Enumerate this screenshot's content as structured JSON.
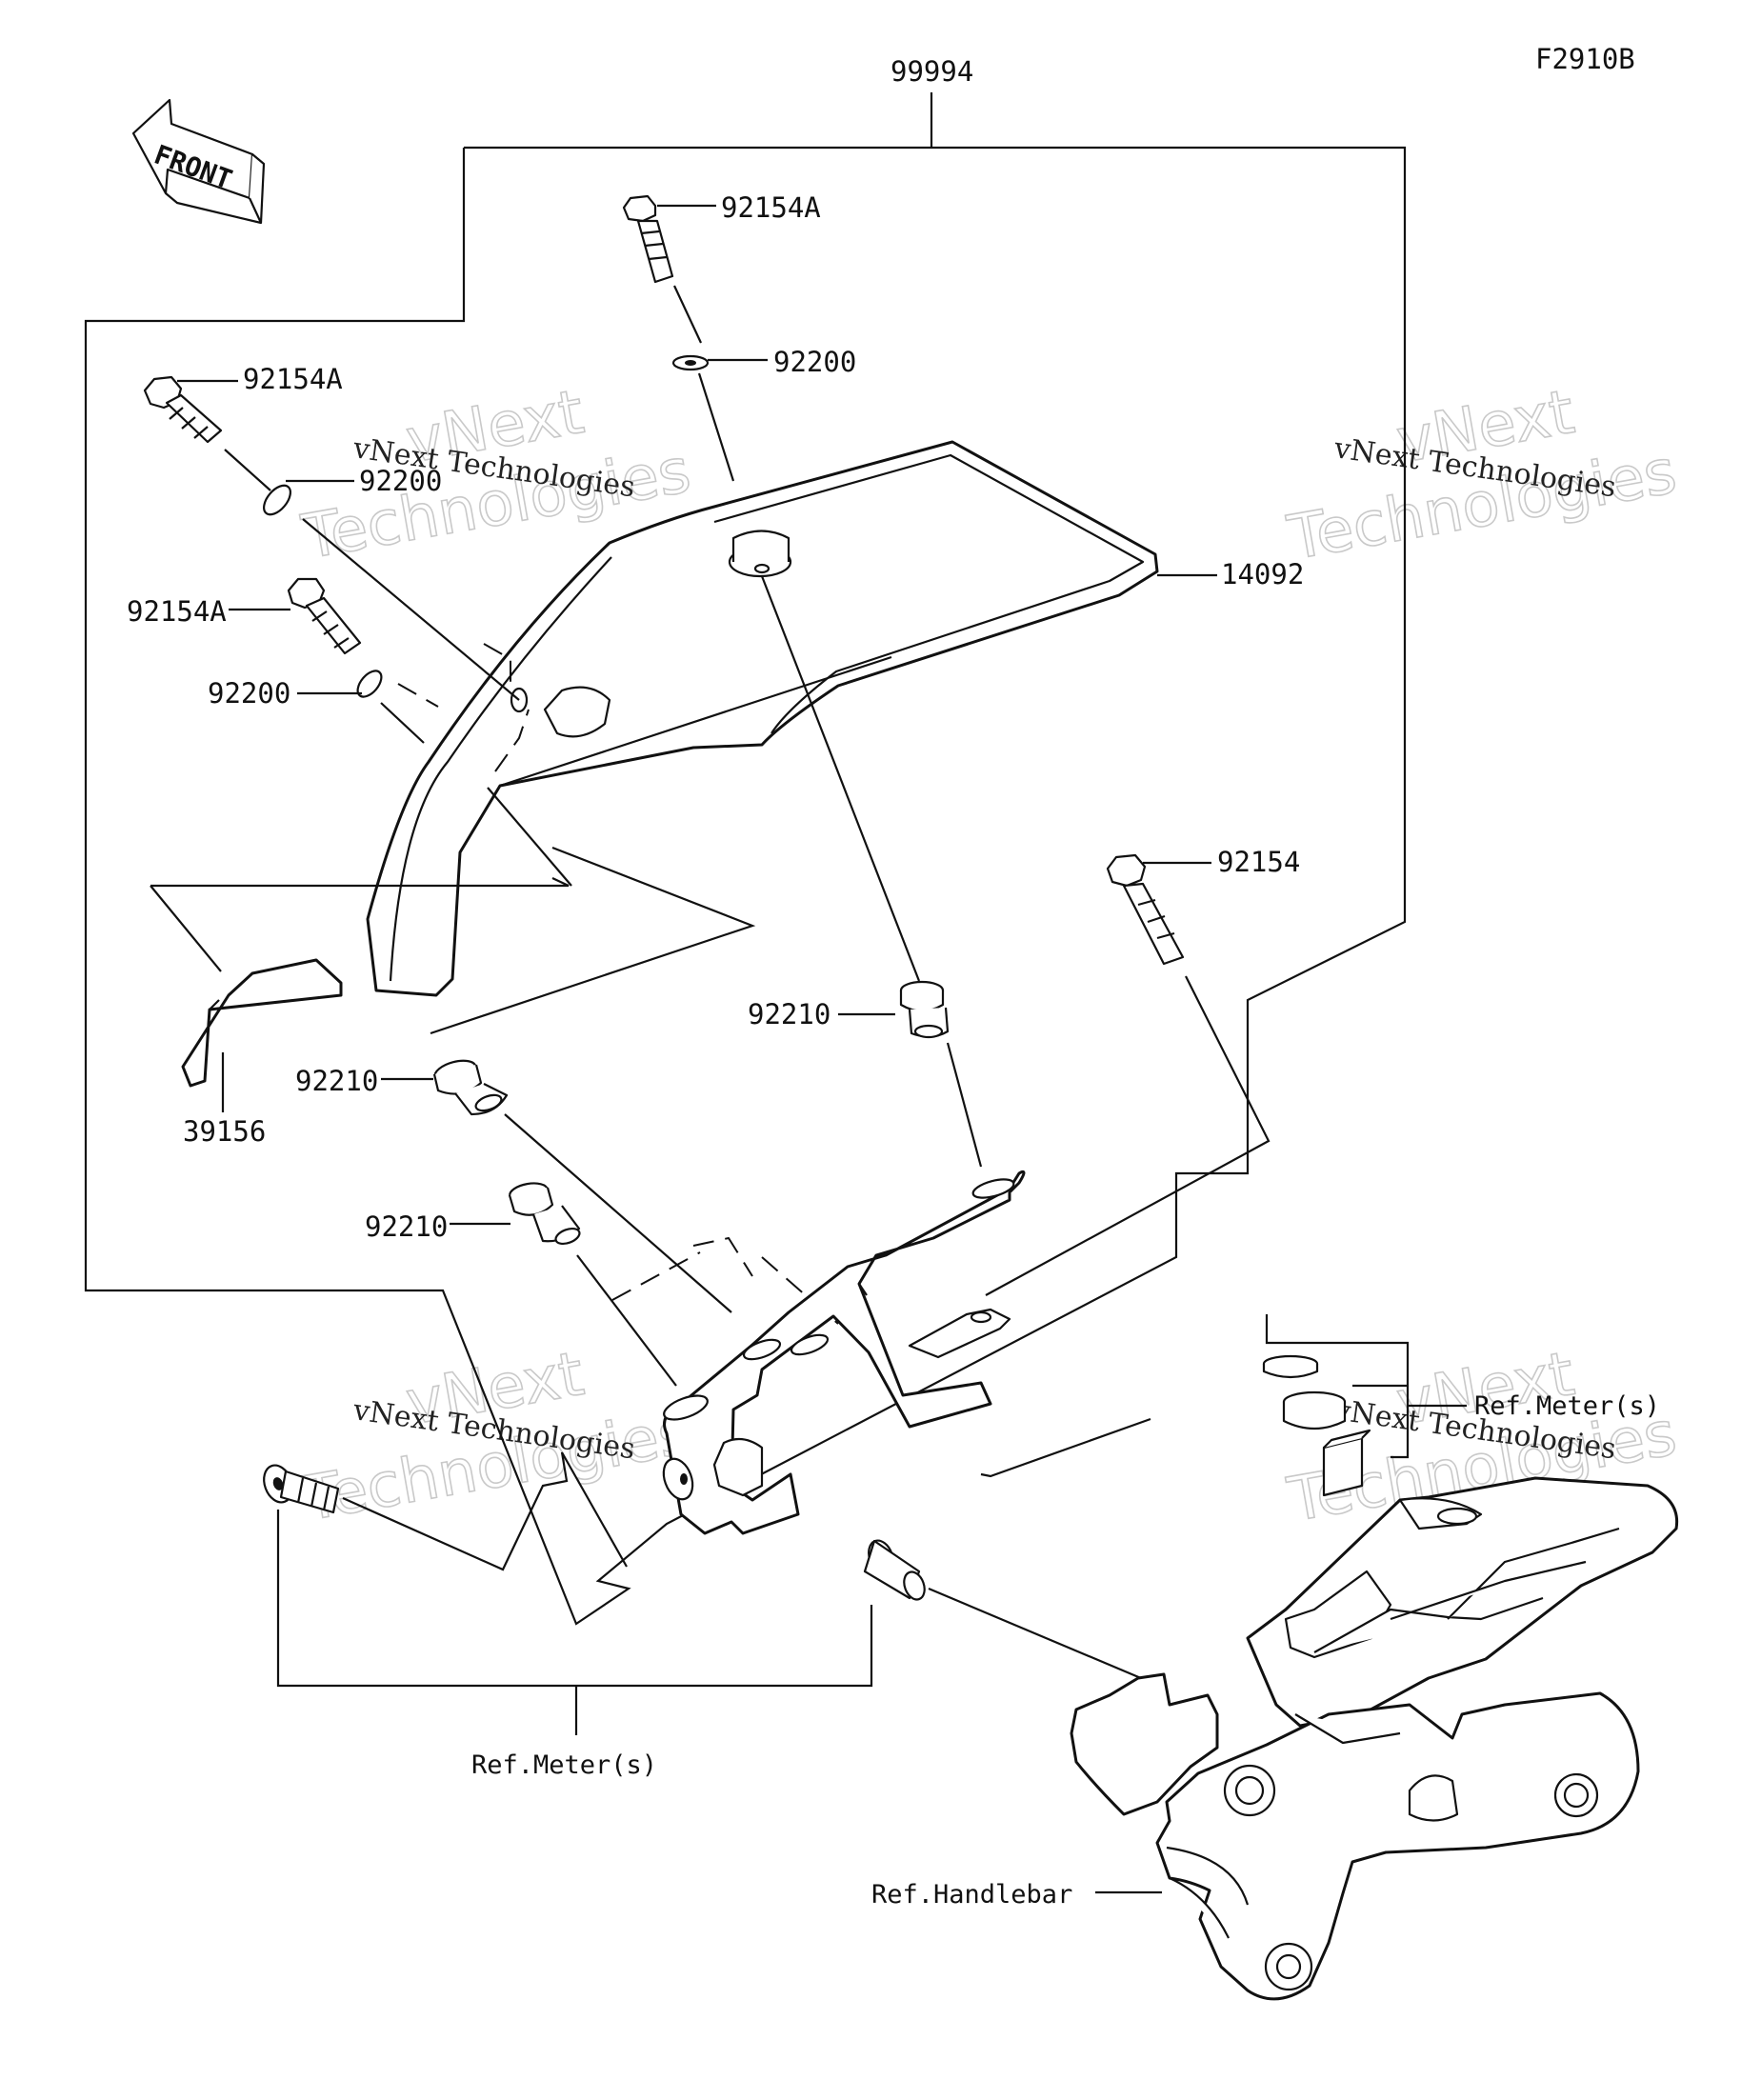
{
  "figure_id": "F2910B",
  "front_label": "FRONT",
  "assembly_number": "99994",
  "parts": {
    "p92154A_top": "92154A",
    "p92200_top": "92200",
    "p92154A_left_upper": "92154A",
    "p92200_left_upper": "92200",
    "p92154A_left_lower": "92154A",
    "p92200_left_lower": "92200",
    "p14092": "14092",
    "p92154": "92154",
    "p92210_right": "92210",
    "p92210_left": "92210",
    "p39156": "39156",
    "p92210_lower": "92210"
  },
  "references": {
    "meter_right": "Ref.Meter(s)",
    "meter_bottom": "Ref.Meter(s)",
    "handlebar": "Ref.Handlebar"
  },
  "watermark": {
    "word1": "vNext",
    "word2": "Technologies",
    "line": "vNext Technologies"
  },
  "colors": {
    "ink": "#111111",
    "watermark": "#c9c9c9",
    "background": "#ffffff"
  }
}
